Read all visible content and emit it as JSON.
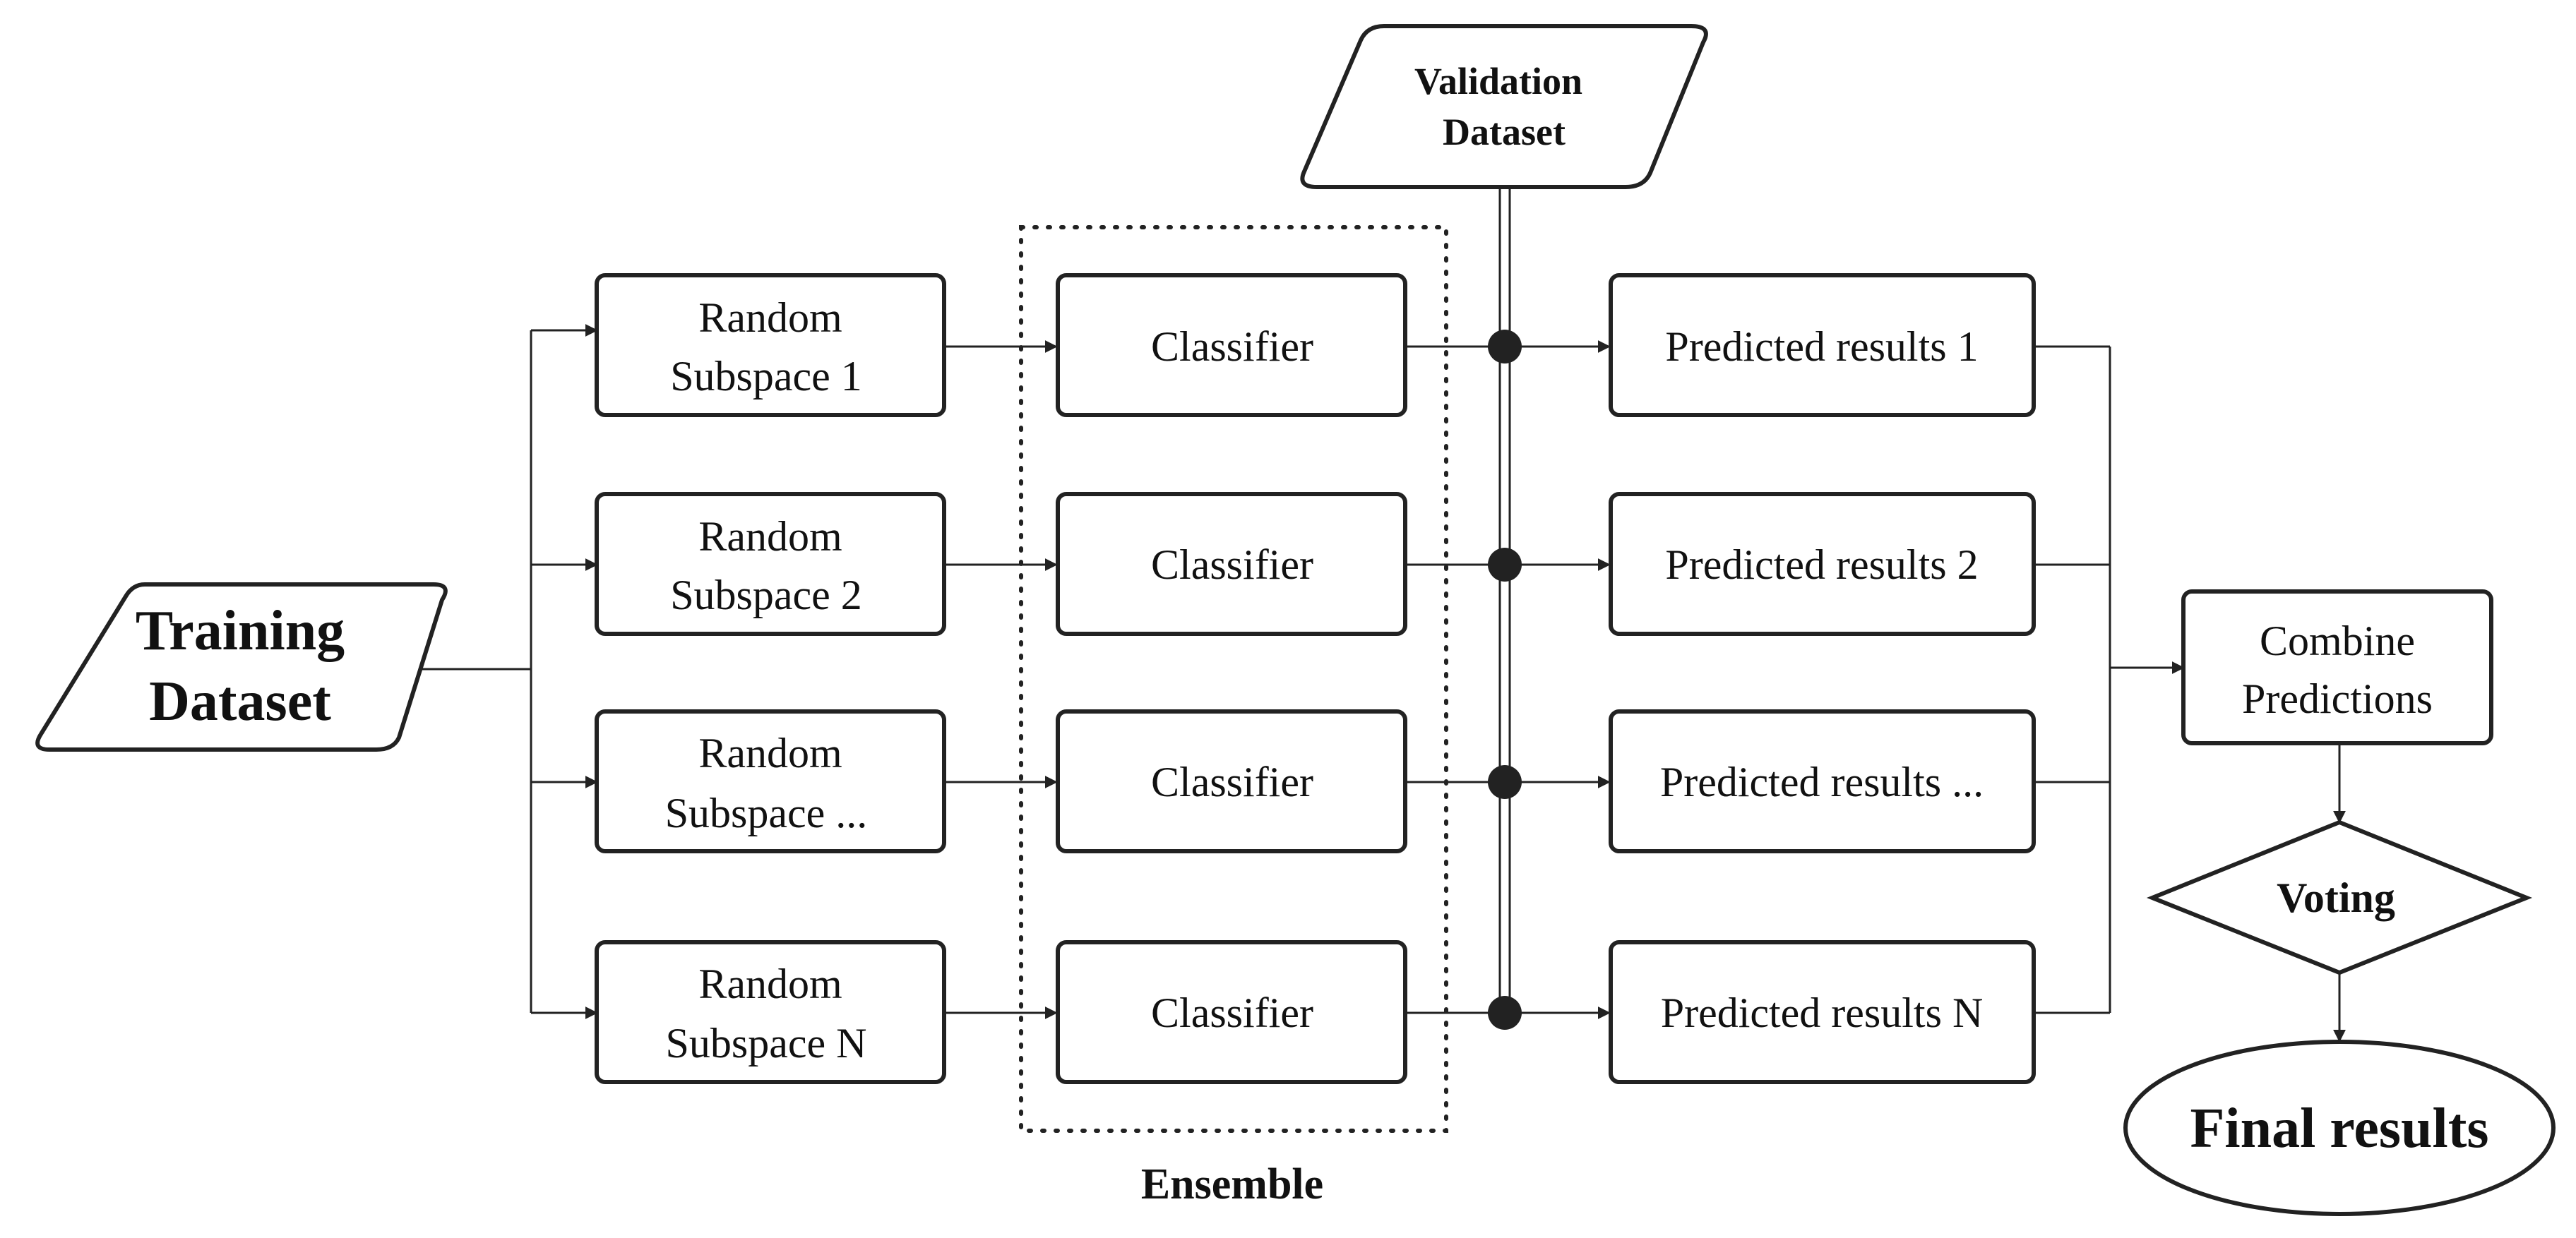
{
  "colors": {
    "stroke": "#222222",
    "text": "#111111",
    "background": "#ffffff"
  },
  "inputs": {
    "training": [
      "Training",
      "Dataset"
    ],
    "validation": [
      "Validation",
      "Dataset"
    ]
  },
  "subspaces": [
    [
      "Random",
      "Subspace 1"
    ],
    [
      "Random",
      "Subspace 2"
    ],
    [
      "Random",
      "Subspace ..."
    ],
    [
      "Random",
      "Subspace N"
    ]
  ],
  "classifier_label": "Classifier",
  "ensemble_label": "Ensemble",
  "predictions": [
    "Predicted results 1",
    "Predicted results 2",
    "Predicted results ...",
    "Predicted results N"
  ],
  "combine": [
    "Combine",
    "Predictions"
  ],
  "voting": "Voting",
  "final": "Final results"
}
